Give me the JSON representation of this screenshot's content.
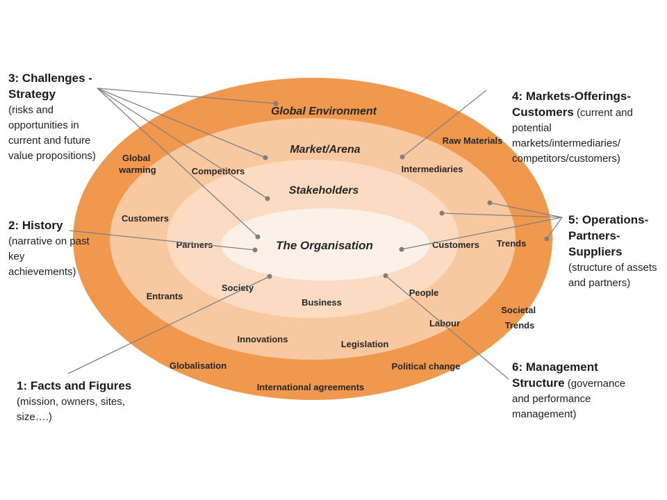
{
  "colors": {
    "outer_ring": "#f0984d",
    "market_ring": "#f8c9a0",
    "stakeholder_ring": "#fbdcc2",
    "organisation": "#fdf1e7",
    "connector": "#7f7f7f"
  },
  "rings": {
    "global": "Global Environment",
    "market": "Market/Arena",
    "stakeholders": "Stakeholders",
    "organisation": "The Organisation"
  },
  "items": {
    "global_warming": [
      "Global",
      "warming"
    ],
    "competitors": "Competitors",
    "raw_materials": "Raw Materials",
    "intermediaries": "Intermediaries",
    "customers_left": "Customers",
    "partners": "Partners",
    "customers_right": "Customers",
    "trends": "Trends",
    "entrants": "Entrants",
    "society": "Society",
    "business": "Business",
    "people": "People",
    "labour": "Labour",
    "societal_trends": [
      "Societal",
      "Trends"
    ],
    "innovations": "Innovations",
    "legislation": "Legislation",
    "globalisation": "Globalisation",
    "political_change": "Political change",
    "international_agreements": "International agreements"
  },
  "callouts": {
    "challenges": {
      "head": "3: Challenges - Strategy",
      "body": "(risks and opportunities in current and future value propositions)"
    },
    "markets": {
      "head": "4: Markets-Offerings-Customers",
      "body": " (current and potential markets/intermediaries/ competitors/customers)"
    },
    "history": {
      "head": "2: History",
      "body": "(narrative on past key achievements)"
    },
    "operations": {
      "head": "5: Operations-Partners-Suppliers",
      "body": "(structure of assets and partners)"
    },
    "facts": {
      "head": "1: Facts and Figures",
      "body": "(mission, owners, sites, size….)"
    },
    "management": {
      "head": "6: Management Structure",
      "body": " (governance and performance management)"
    }
  }
}
